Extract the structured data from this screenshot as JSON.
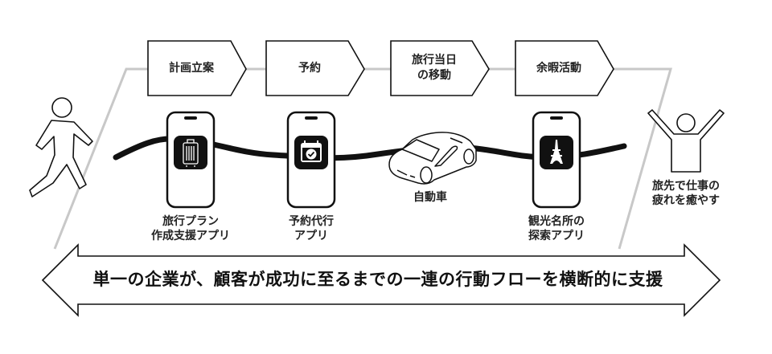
{
  "steps": [
    {
      "label": "計画立案"
    },
    {
      "label": "予約"
    },
    {
      "label": "旅行当日\nの移動"
    },
    {
      "label": "余暇活動"
    }
  ],
  "touchpoints": [
    {
      "icon": "suitcase-icon",
      "label": "旅行プラン\n作成支援アプリ"
    },
    {
      "icon": "calendar-check-icon",
      "label": "予約代行\nアプリ"
    },
    {
      "icon": "car-icon",
      "label": "自動車"
    },
    {
      "icon": "eiffel-tower-icon",
      "label": "観光名所の\n探索アプリ"
    }
  ],
  "start_persona": {
    "icon": "walking-person-icon"
  },
  "end_persona": {
    "icon": "cheering-person-icon",
    "label": "旅先で仕事の\n疲れを癒やす"
  },
  "banner": {
    "text": "単一の企業が、顧客が成功に至るまでの一連の行動フローを横断的に支援"
  },
  "colors": {
    "stroke": "#111111",
    "frame": "#c8c8c8",
    "background": "#ffffff"
  }
}
